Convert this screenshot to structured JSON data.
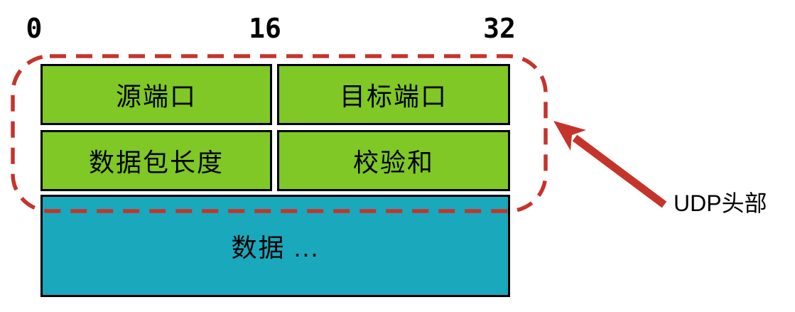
{
  "colors": {
    "field_fill": "#7FC825",
    "data_fill": "#1AA8BC",
    "accent_red": "#C5342B",
    "border_color": "#000000",
    "text_color": "#000000"
  },
  "bit_scale": {
    "labels": [
      "0",
      "16",
      "32"
    ]
  },
  "header_fields": [
    {
      "label": "源端口"
    },
    {
      "label": "目标端口"
    },
    {
      "label": "数据包长度"
    },
    {
      "label": "校验和"
    }
  ],
  "data_field": {
    "label": "数据 ..."
  },
  "annotation": {
    "label": "UDP头部"
  }
}
